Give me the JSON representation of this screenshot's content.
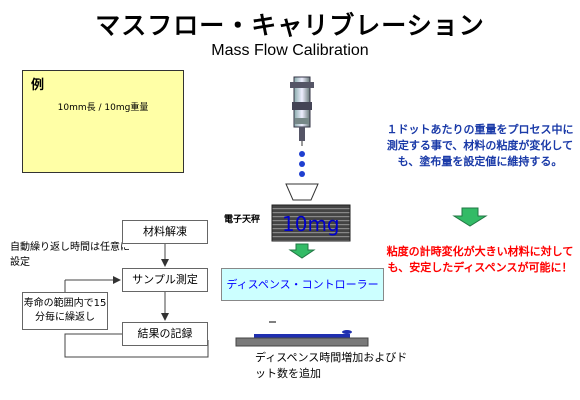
{
  "title": {
    "japanese": "マスフロー・キャリブレーション",
    "english": "Mass Flow Calibration"
  },
  "example": {
    "heading": "例",
    "caption": "10mm長 / 10mg重量"
  },
  "flow": {
    "caption": "自動繰り返し時間は任意に設定",
    "steps": [
      "材料解凍",
      "サンプル測定",
      "結果の記録"
    ],
    "loop_box": "寿命の範囲内で15分毎に繰返し"
  },
  "scale": {
    "label": "電子天秤",
    "value": "10mg"
  },
  "controller": {
    "label": "ディスペンス・コントローラー"
  },
  "dispense_caption": "ディスペンス時間増加およびドット数を追加",
  "right_text": {
    "blue": "１ドットあたりの重量をプロセス中に測定する事で、材料の粘度が変化しても、塗布量を設定値に維持する。",
    "red": "粘度の計時変化が大きい材料に対しても、安定したディスペンスが可能に！"
  },
  "colors": {
    "accent_green": "#33bb66",
    "dot_blue": "#1f3fd0",
    "highlight_yellow": "#ffffa6"
  }
}
